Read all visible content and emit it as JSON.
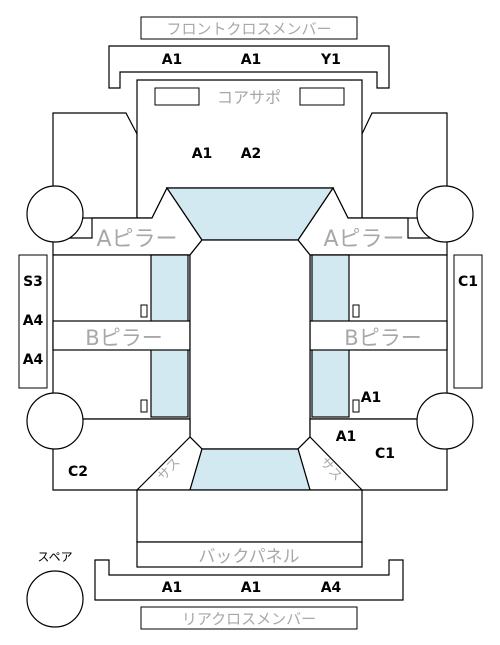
{
  "labels": {
    "front_cross_member": "フロントクロスメンバー",
    "core_support": "コアサポ",
    "a_pillar": "Aピラー",
    "b_pillar": "Bピラー",
    "back_panel": "バックパネル",
    "rear_cross_member": "リアクロスメンバー",
    "spare": "スペア",
    "suspension": "サス"
  },
  "codes": {
    "front_cross_left": "A1",
    "front_cross_center": "A1",
    "front_cross_right": "Y1",
    "core_left": "A1",
    "core_right": "A2",
    "left_panel_top": "S3",
    "left_panel_mid": "A4",
    "left_panel_bottom": "A4",
    "right_panel": "C1",
    "right_rear_pillar": "A1",
    "right_rear_inner": "A1",
    "right_rear_corner": "C1",
    "left_rear_corner": "C2",
    "rear_cross_left": "A1",
    "rear_cross_center": "A1",
    "rear_cross_right": "A4"
  },
  "colors": {
    "glass": "#d3e9f2",
    "label_grey": "#a8a8a8",
    "line": "#000000"
  }
}
